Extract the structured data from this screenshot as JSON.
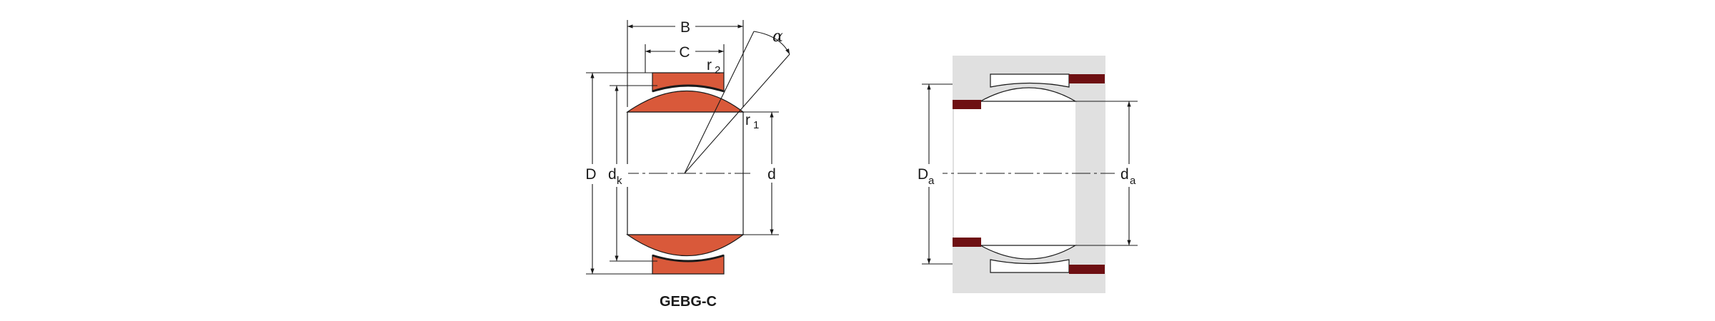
{
  "colors": {
    "ring_orange": "#d9593a",
    "seal_maroon": "#6e0f12",
    "housing_gray": "#e0e0e0",
    "line": "#1a1a1a"
  },
  "left_diagram": {
    "caption": "GEBG-C",
    "labels": {
      "B": "B",
      "C": "C",
      "r2": "r",
      "r2_sub": "2",
      "r1": "r",
      "r1_sub": "1",
      "alpha": "α",
      "D": "D",
      "dk": "d",
      "dk_sub": "k",
      "d": "d"
    }
  },
  "right_diagram": {
    "labels": {
      "Da": "D",
      "Da_sub": "a",
      "da": "d",
      "da_sub": "a"
    }
  }
}
